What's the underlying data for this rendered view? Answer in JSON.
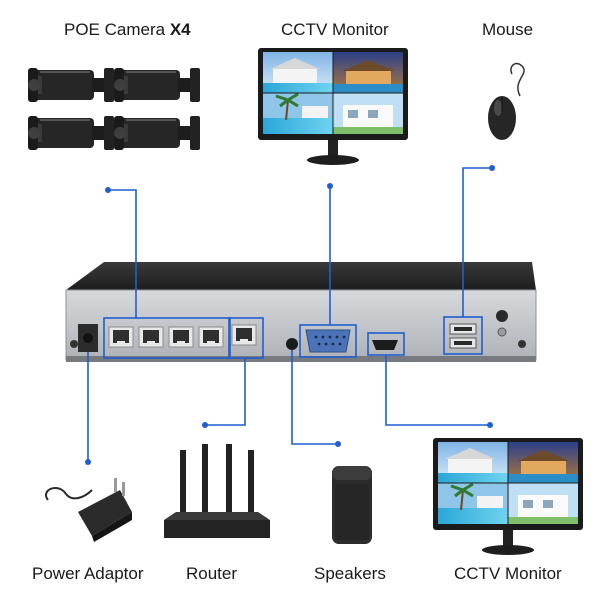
{
  "labels": {
    "poe_camera": "POE Camera",
    "poe_camera_count": "X4",
    "cctv_monitor_top": "CCTV Monitor",
    "mouse": "Mouse",
    "power_adaptor": "Power Adaptor",
    "router": "Router",
    "speakers": "Speakers",
    "cctv_monitor_bottom": "CCTV Monitor"
  },
  "colors": {
    "connector": "#1f5fd0",
    "device_body": "#2b2b2b",
    "panel": "#c8cbcf"
  },
  "icons": [
    "camera-icon",
    "monitor-icon",
    "mouse-icon",
    "nvr-icon",
    "power-adaptor-icon",
    "router-icon",
    "speaker-icon"
  ]
}
